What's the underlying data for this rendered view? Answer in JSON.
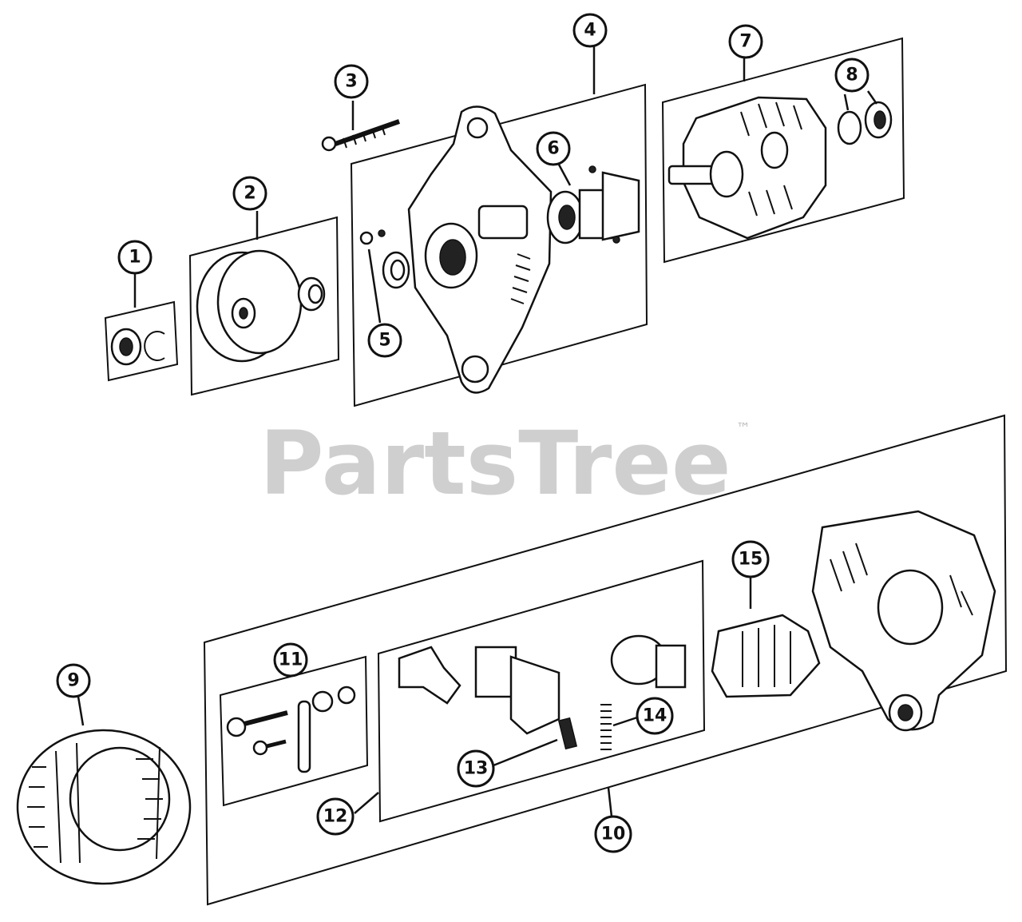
{
  "watermark": {
    "brand": "PartsTree",
    "trademark": "™"
  },
  "callouts": [
    {
      "number": "1"
    },
    {
      "number": "2"
    },
    {
      "number": "3"
    },
    {
      "number": "4"
    },
    {
      "number": "5"
    },
    {
      "number": "6"
    },
    {
      "number": "7"
    },
    {
      "number": "8"
    },
    {
      "number": "9"
    },
    {
      "number": "10"
    },
    {
      "number": "11"
    },
    {
      "number": "12"
    },
    {
      "number": "13"
    },
    {
      "number": "14"
    },
    {
      "number": "15"
    }
  ]
}
